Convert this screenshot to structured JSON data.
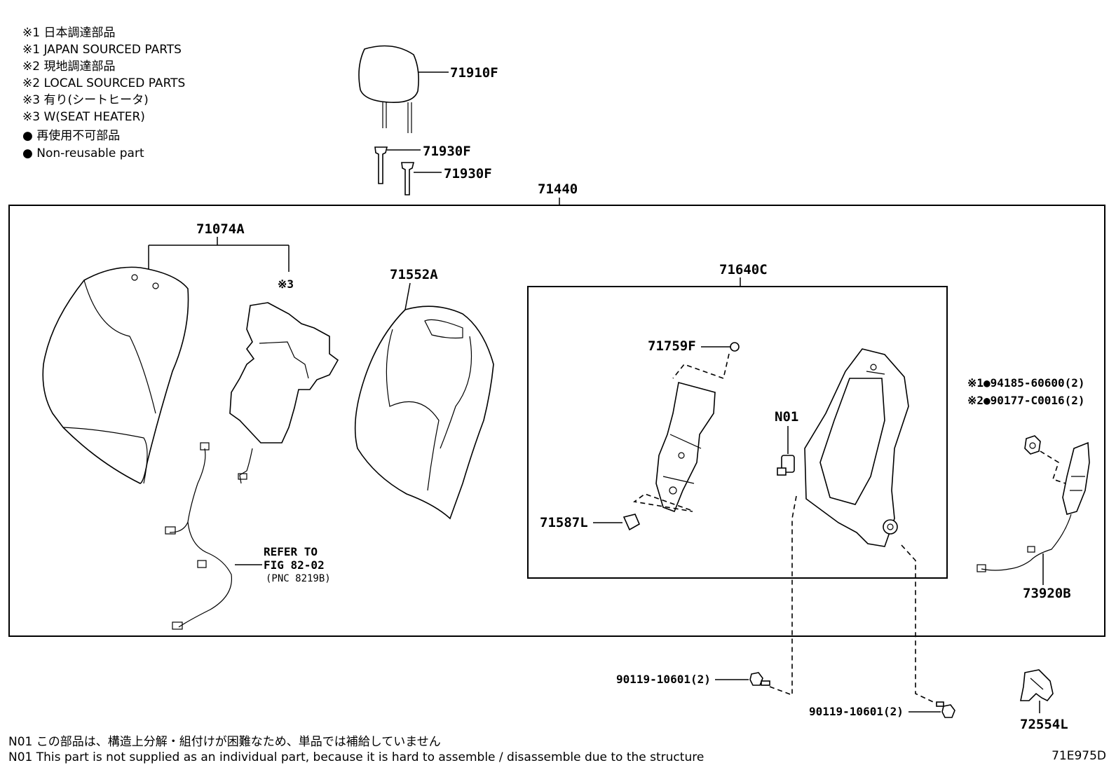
{
  "legend": [
    "※1 日本調達部品",
    "※1 JAPAN SOURCED PARTS",
    "※2 現地調達部品",
    "※2 LOCAL SOURCED PARTS",
    "※3 有り(シートヒータ)",
    "※3 W(SEAT HEATER)",
    "● 再使用不可部品",
    "● Non-reusable part"
  ],
  "parts": {
    "headrest": "71910F",
    "guide_1": "71930F",
    "guide_2": "71930F",
    "seatback_assembly": "71440",
    "cover": "71074A",
    "heater_mark": "※3",
    "pad": "71552A",
    "frame_assembly": "71640C",
    "clip": "71759F",
    "n01": "N01",
    "clip_2": "71587L",
    "nut_japan": "※1●94185-60600(2)",
    "nut_local": "※2●90177-C0016(2)",
    "harness": "73920B",
    "bolt_1": "90119-10601(2)",
    "bolt_2": "90119-10601(2)",
    "bracket": "72554L"
  },
  "refer": {
    "line1": "REFER TO",
    "line2": "FIG 82-02",
    "line3": "(PNC 8219B)"
  },
  "notes": [
    "N01 この部品は、構造上分解・組付けが困難なため、単品では補給していません",
    "N01 This part is not supplied as an individual part, because it is hard to assemble / disassemble due to the structure"
  ],
  "diagram_id": "71E975D"
}
